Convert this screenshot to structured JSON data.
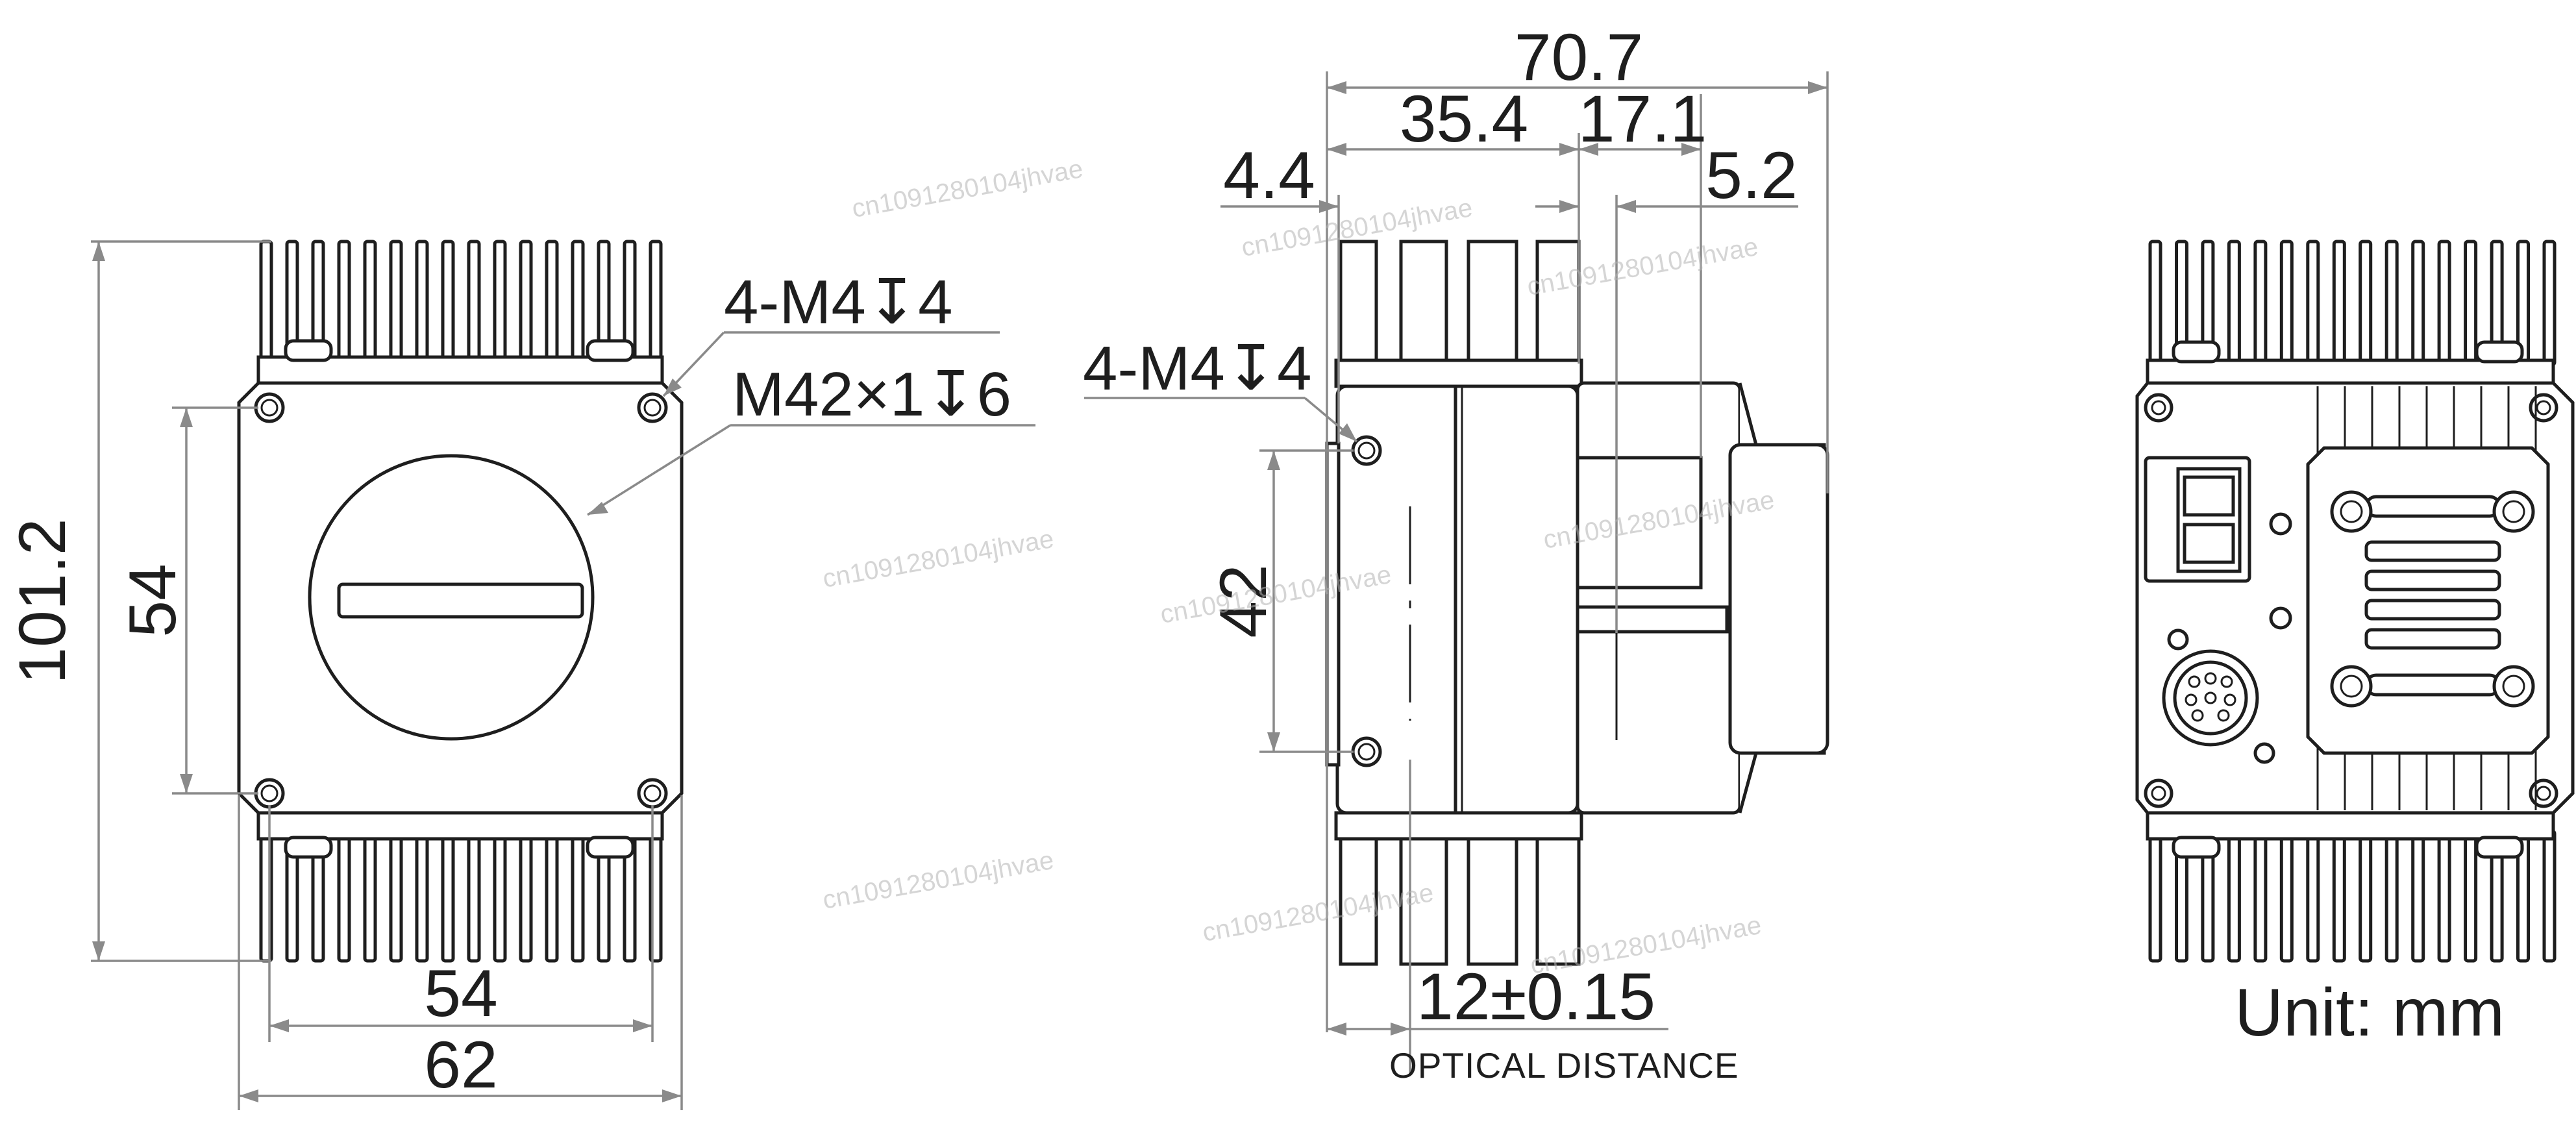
{
  "front_view": {
    "height_overall": "101.2",
    "hole_spacing_vertical": "54",
    "hole_spacing_horizontal": "54",
    "width_overall": "62",
    "callout_mount_holes": "4-M4↧4",
    "callout_lens_mount": "M42×1↧6"
  },
  "side_view": {
    "length_overall": "70.7",
    "length_body": "35.4",
    "length_mid": "17.1",
    "length_rear": "5.2",
    "front_offset": "4.4",
    "callout_mount_holes": "4-M4↧4",
    "hole_spacing_vertical": "42",
    "optical_distance_value": "12±0.15",
    "optical_distance_label": "OPTICAL DISTANCE"
  },
  "rear_view": {
    "unit_label": "Unit: mm"
  },
  "watermarks": [
    "cn1091280104jhvae",
    "cn1091280104jhvae",
    "cn1091280104jhvae",
    "cn1091280104jhvae",
    "cn1091280104jhvae",
    "cn1091280104jhvae",
    "cn1091280104jhvae",
    "cn1091280104jhvae",
    "cn1091280104jhvae"
  ],
  "colors": {
    "outline": "#1e1e1e",
    "dimension": "#8a8a8a",
    "watermark": "#b4b4b4"
  }
}
